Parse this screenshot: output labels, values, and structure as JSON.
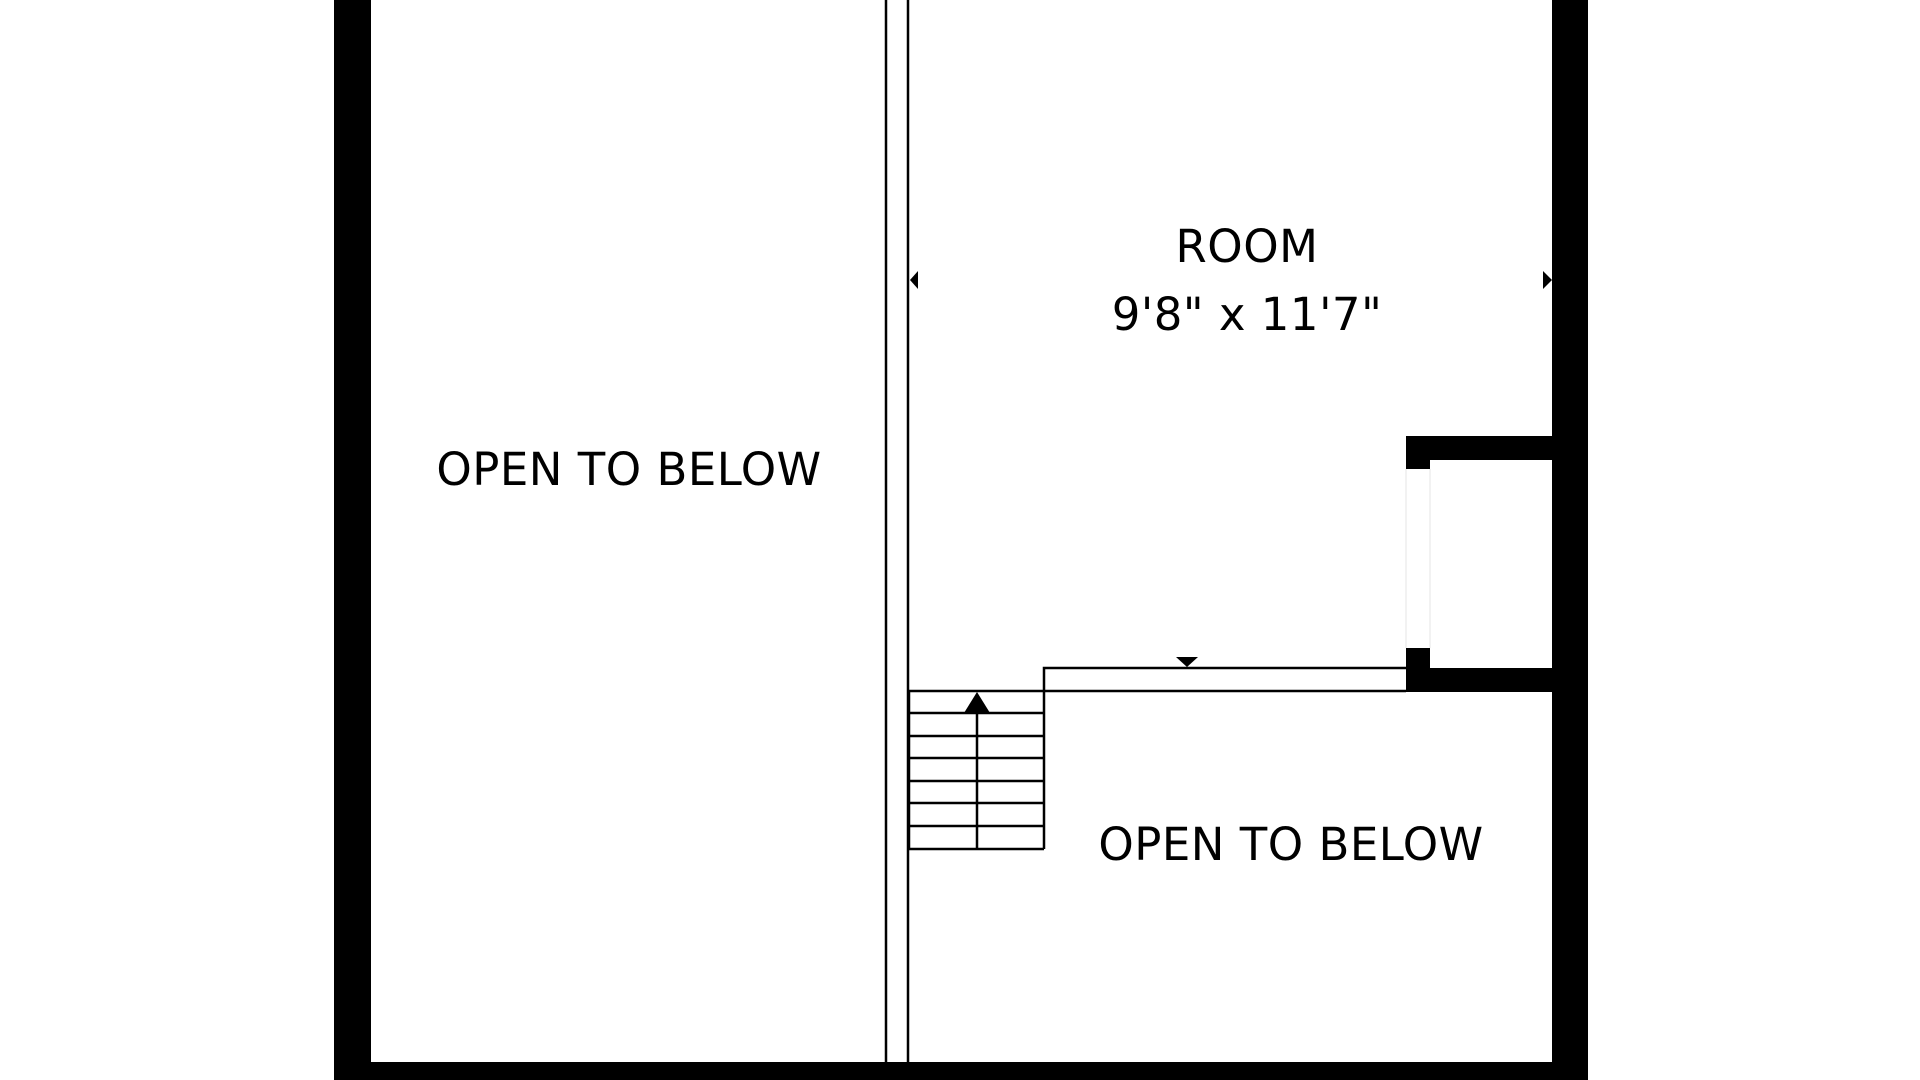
{
  "colors": {
    "wall": "#000000",
    "background": "#ffffff",
    "line": "#000000"
  },
  "rooms": [
    {
      "name": "OPEN TO BELOW",
      "position": "left"
    },
    {
      "name": "ROOM",
      "dimensions": "9'8\" x 11'7\"",
      "position": "upper-right"
    },
    {
      "name": "OPEN TO BELOW",
      "position": "lower-right"
    }
  ],
  "stairs": {
    "direction": "up",
    "tread_count": 8
  },
  "icons": [
    "dimension-arrow-left-icon",
    "dimension-arrow-right-icon",
    "dimension-arrow-down-icon",
    "stair-up-arrow-icon"
  ]
}
